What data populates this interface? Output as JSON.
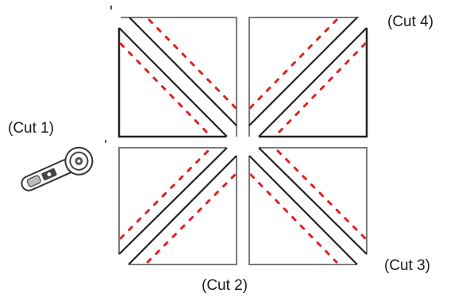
{
  "labels": {
    "cut1": "(Cut 1)",
    "cut2": "(Cut 2)",
    "cut3": "(Cut 3)",
    "cut4": "(Cut 4)"
  },
  "colors": {
    "outline": "#444444",
    "cut_line": "#e02020",
    "cutter_body": "#555555"
  },
  "icons": {
    "cutter": "rotary-cutter-icon"
  }
}
